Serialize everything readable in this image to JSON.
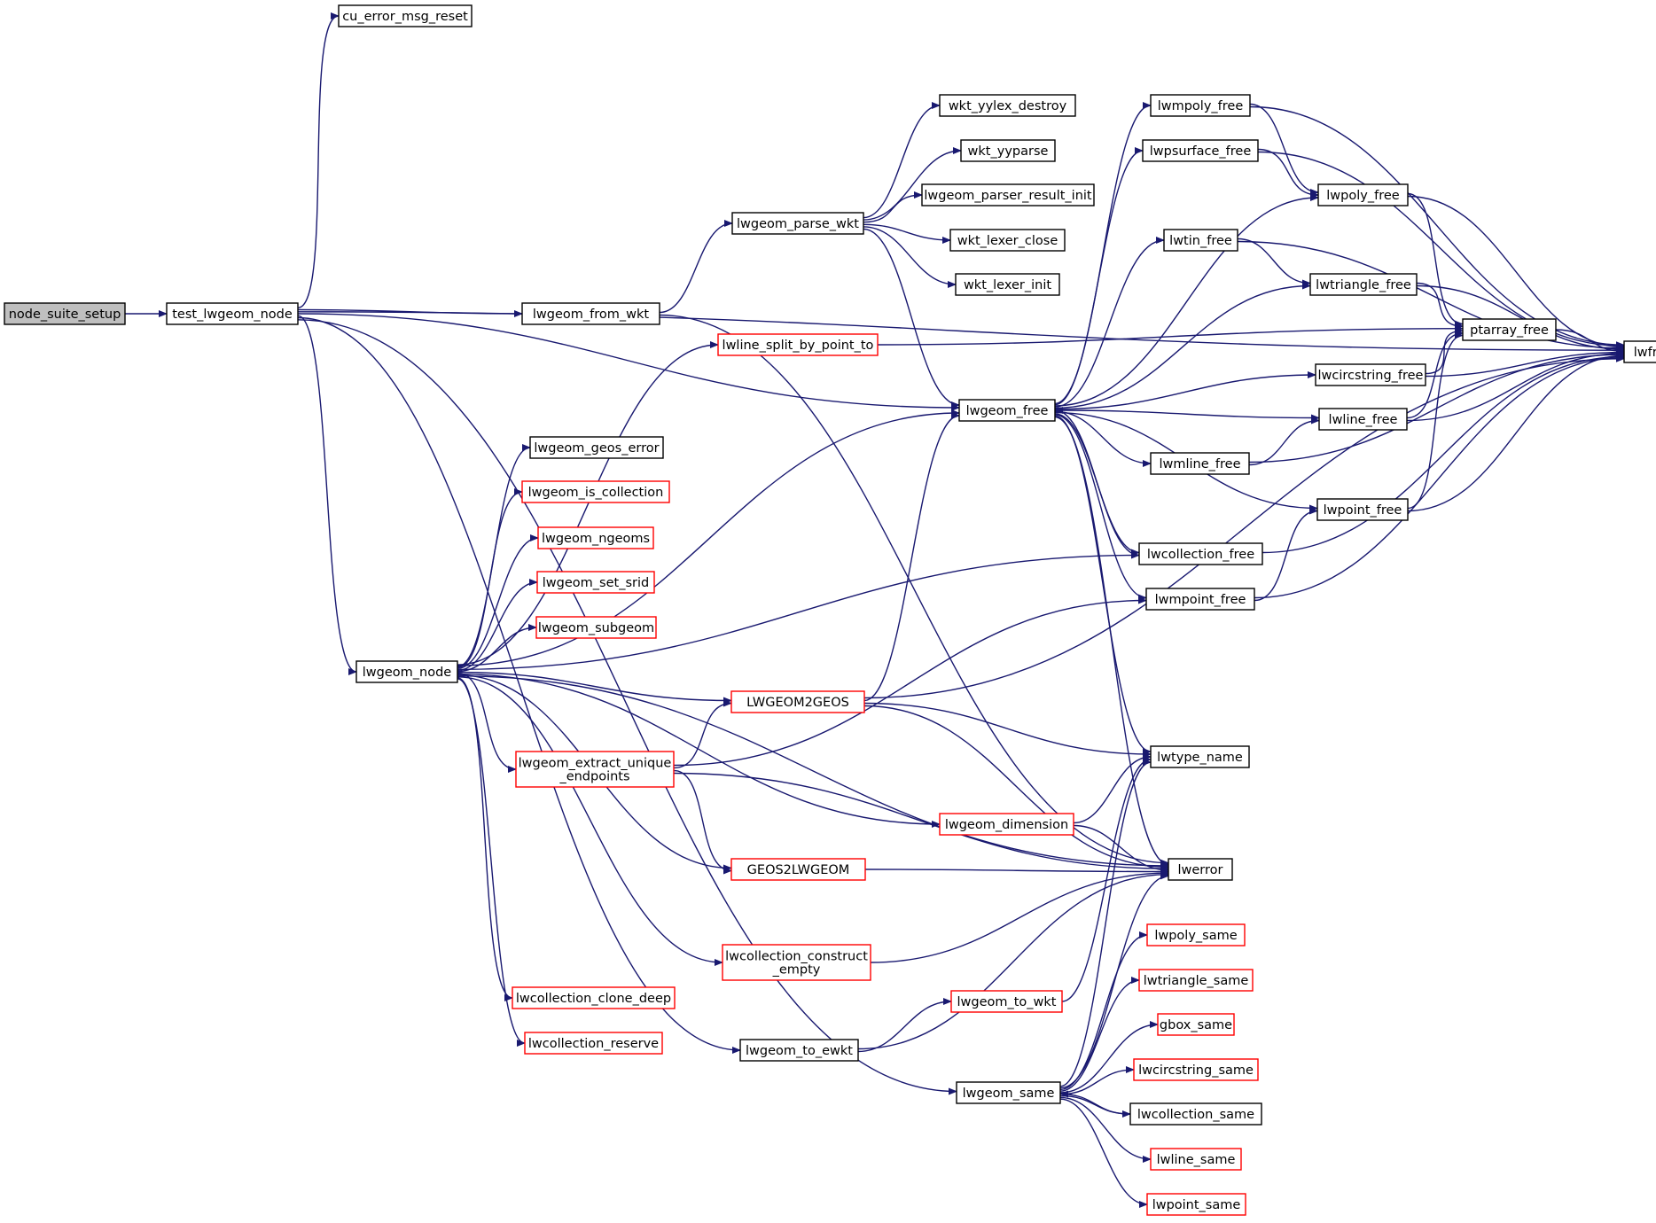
{
  "colors": {
    "edge": "#191970",
    "node_border": "#000000",
    "node_border_incomplete": "#ff0000",
    "root_fill": "#bfbfbf"
  },
  "nodes": [
    {
      "id": "node_suite_setup",
      "label": "node_suite_setup",
      "style": "root"
    },
    {
      "id": "test_lwgeom_node",
      "label": "test_lwgeom_node",
      "style": "normal"
    },
    {
      "id": "cu_error_msg_reset",
      "label": "cu_error_msg_reset",
      "style": "normal"
    },
    {
      "id": "lwfree",
      "label": "lwfree",
      "style": "normal"
    },
    {
      "id": "lwgeom_free",
      "label": "lwgeom_free",
      "style": "normal"
    },
    {
      "id": "lwgeom_from_wkt",
      "label": "lwgeom_from_wkt",
      "style": "normal"
    },
    {
      "id": "lwgeom_node",
      "label": "lwgeom_node",
      "style": "normal"
    },
    {
      "id": "lwgeom_same",
      "label": "lwgeom_same",
      "style": "normal"
    },
    {
      "id": "lwgeom_to_ewkt",
      "label": "lwgeom_to_ewkt",
      "style": "normal"
    },
    {
      "id": "lwgeom_parse_wkt",
      "label": "lwgeom_parse_wkt",
      "style": "normal"
    },
    {
      "id": "wkt_yylex_destroy",
      "label": "wkt_yylex_destroy",
      "style": "normal"
    },
    {
      "id": "wkt_yyparse",
      "label": "wkt_yyparse",
      "style": "normal"
    },
    {
      "id": "lwgeom_parser_result_init",
      "label": "lwgeom_parser_result_init",
      "style": "normal"
    },
    {
      "id": "wkt_lexer_close",
      "label": "wkt_lexer_close",
      "style": "normal"
    },
    {
      "id": "wkt_lexer_init",
      "label": "wkt_lexer_init",
      "style": "normal"
    },
    {
      "id": "lwmpoly_free",
      "label": "lwmpoly_free",
      "style": "normal"
    },
    {
      "id": "lwpsurface_free",
      "label": "lwpsurface_free",
      "style": "normal"
    },
    {
      "id": "lwpoly_free",
      "label": "lwpoly_free",
      "style": "normal"
    },
    {
      "id": "lwtin_free",
      "label": "lwtin_free",
      "style": "normal"
    },
    {
      "id": "lwtriangle_free",
      "label": "lwtriangle_free",
      "style": "normal"
    },
    {
      "id": "ptarray_free",
      "label": "ptarray_free",
      "style": "normal"
    },
    {
      "id": "lwcircstring_free",
      "label": "lwcircstring_free",
      "style": "normal"
    },
    {
      "id": "lwline_free",
      "label": "lwline_free",
      "style": "normal"
    },
    {
      "id": "lwmline_free",
      "label": "lwmline_free",
      "style": "normal"
    },
    {
      "id": "lwpoint_free",
      "label": "lwpoint_free",
      "style": "normal"
    },
    {
      "id": "lwcollection_free",
      "label": "lwcollection_free",
      "style": "normal"
    },
    {
      "id": "lwmpoint_free",
      "label": "lwmpoint_free",
      "style": "normal"
    },
    {
      "id": "lwtype_name",
      "label": "lwtype_name",
      "style": "normal"
    },
    {
      "id": "lwerror",
      "label": "lwerror",
      "style": "normal"
    },
    {
      "id": "lwline_split_by_point_to",
      "label": "lwline_split_by_point_to",
      "style": "incomplete"
    },
    {
      "id": "lwgeom_geos_error",
      "label": "lwgeom_geos_error",
      "style": "normal"
    },
    {
      "id": "lwgeom_is_collection",
      "label": "lwgeom_is_collection",
      "style": "incomplete"
    },
    {
      "id": "lwgeom_ngeoms",
      "label": "lwgeom_ngeoms",
      "style": "incomplete"
    },
    {
      "id": "lwgeom_set_srid",
      "label": "lwgeom_set_srid",
      "style": "incomplete"
    },
    {
      "id": "lwgeom_subgeom",
      "label": "lwgeom_subgeom",
      "style": "incomplete"
    },
    {
      "id": "LWGEOM2GEOS",
      "label": "LWGEOM2GEOS",
      "style": "incomplete"
    },
    {
      "id": "lwgeom_extract_unique_endpoints",
      "label": "lwgeom_extract_unique\n_endpoints",
      "style": "incomplete"
    },
    {
      "id": "lwgeom_dimension",
      "label": "lwgeom_dimension",
      "style": "incomplete"
    },
    {
      "id": "GEOS2LWGEOM",
      "label": "GEOS2LWGEOM",
      "style": "incomplete"
    },
    {
      "id": "lwcollection_construct_empty",
      "label": "lwcollection_construct\n_empty",
      "style": "incomplete"
    },
    {
      "id": "lwcollection_clone_deep",
      "label": "lwcollection_clone_deep",
      "style": "incomplete"
    },
    {
      "id": "lwcollection_reserve",
      "label": "lwcollection_reserve",
      "style": "incomplete"
    },
    {
      "id": "lwgeom_to_wkt",
      "label": "lwgeom_to_wkt",
      "style": "incomplete"
    },
    {
      "id": "lwpoly_same",
      "label": "lwpoly_same",
      "style": "incomplete"
    },
    {
      "id": "lwtriangle_same",
      "label": "lwtriangle_same",
      "style": "incomplete"
    },
    {
      "id": "gbox_same",
      "label": "gbox_same",
      "style": "incomplete"
    },
    {
      "id": "lwcircstring_same",
      "label": "lwcircstring_same",
      "style": "incomplete"
    },
    {
      "id": "lwcollection_same",
      "label": "lwcollection_same",
      "style": "normal"
    },
    {
      "id": "lwline_same",
      "label": "lwline_same",
      "style": "incomplete"
    },
    {
      "id": "lwpoint_same",
      "label": "lwpoint_same",
      "style": "incomplete"
    }
  ],
  "edges": [
    [
      "node_suite_setup",
      "test_lwgeom_node"
    ],
    [
      "test_lwgeom_node",
      "cu_error_msg_reset"
    ],
    [
      "test_lwgeom_node",
      "lwfree"
    ],
    [
      "test_lwgeom_node",
      "lwgeom_free"
    ],
    [
      "test_lwgeom_node",
      "lwgeom_from_wkt"
    ],
    [
      "test_lwgeom_node",
      "lwgeom_node"
    ],
    [
      "test_lwgeom_node",
      "lwgeom_same"
    ],
    [
      "test_lwgeom_node",
      "lwgeom_to_ewkt"
    ],
    [
      "lwgeom_from_wkt",
      "lwgeom_parse_wkt"
    ],
    [
      "lwgeom_from_wkt",
      "lwerror"
    ],
    [
      "lwgeom_parse_wkt",
      "wkt_yylex_destroy"
    ],
    [
      "lwgeom_parse_wkt",
      "wkt_yyparse"
    ],
    [
      "lwgeom_parse_wkt",
      "lwgeom_parser_result_init"
    ],
    [
      "lwgeom_parse_wkt",
      "wkt_lexer_close"
    ],
    [
      "lwgeom_parse_wkt",
      "wkt_lexer_init"
    ],
    [
      "lwgeom_parse_wkt",
      "lwgeom_free"
    ],
    [
      "lwgeom_free",
      "lwmpoly_free"
    ],
    [
      "lwgeom_free",
      "lwpsurface_free"
    ],
    [
      "lwgeom_free",
      "lwpoly_free"
    ],
    [
      "lwgeom_free",
      "lwtin_free"
    ],
    [
      "lwgeom_free",
      "lwtriangle_free"
    ],
    [
      "lwgeom_free",
      "lwcircstring_free"
    ],
    [
      "lwgeom_free",
      "lwline_free"
    ],
    [
      "lwgeom_free",
      "lwmline_free"
    ],
    [
      "lwgeom_free",
      "lwpoint_free"
    ],
    [
      "lwgeom_free",
      "lwcollection_free"
    ],
    [
      "lwgeom_free",
      "lwmpoint_free"
    ],
    [
      "lwgeom_free",
      "lwtype_name"
    ],
    [
      "lwgeom_free",
      "lwerror"
    ],
    [
      "lwmpoly_free",
      "lwfree"
    ],
    [
      "lwmpoly_free",
      "lwpoly_free"
    ],
    [
      "lwpsurface_free",
      "lwfree"
    ],
    [
      "lwpsurface_free",
      "lwpoly_free"
    ],
    [
      "lwpoly_free",
      "lwfree"
    ],
    [
      "lwpoly_free",
      "ptarray_free"
    ],
    [
      "lwtin_free",
      "lwfree"
    ],
    [
      "lwtin_free",
      "lwtriangle_free"
    ],
    [
      "lwtriangle_free",
      "lwfree"
    ],
    [
      "lwtriangle_free",
      "ptarray_free"
    ],
    [
      "ptarray_free",
      "lwfree"
    ],
    [
      "lwcircstring_free",
      "lwfree"
    ],
    [
      "lwcircstring_free",
      "ptarray_free"
    ],
    [
      "lwline_free",
      "lwfree"
    ],
    [
      "lwline_free",
      "ptarray_free"
    ],
    [
      "lwmline_free",
      "lwfree"
    ],
    [
      "lwmline_free",
      "lwline_free"
    ],
    [
      "lwpoint_free",
      "lwfree"
    ],
    [
      "lwpoint_free",
      "ptarray_free"
    ],
    [
      "lwcollection_free",
      "lwfree"
    ],
    [
      "lwcollection_free",
      "lwgeom_free"
    ],
    [
      "lwmpoint_free",
      "lwfree"
    ],
    [
      "lwmpoint_free",
      "lwpoint_free"
    ],
    [
      "lwgeom_node",
      "lwline_split_by_point_to"
    ],
    [
      "lwgeom_node",
      "lwgeom_free"
    ],
    [
      "lwgeom_node",
      "lwgeom_geos_error"
    ],
    [
      "lwgeom_node",
      "lwgeom_is_collection"
    ],
    [
      "lwgeom_node",
      "lwgeom_ngeoms"
    ],
    [
      "lwgeom_node",
      "lwgeom_set_srid"
    ],
    [
      "lwgeom_node",
      "lwgeom_subgeom"
    ],
    [
      "lwgeom_node",
      "lwcollection_free"
    ],
    [
      "lwgeom_node",
      "LWGEOM2GEOS"
    ],
    [
      "lwgeom_node",
      "lwgeom_extract_unique_endpoints"
    ],
    [
      "lwgeom_node",
      "lwgeom_dimension"
    ],
    [
      "lwgeom_node",
      "GEOS2LWGEOM"
    ],
    [
      "lwgeom_node",
      "lwerror"
    ],
    [
      "lwgeom_node",
      "lwcollection_construct_empty"
    ],
    [
      "lwgeom_node",
      "lwcollection_clone_deep"
    ],
    [
      "lwgeom_node",
      "lwcollection_reserve"
    ],
    [
      "lwline_split_by_point_to",
      "ptarray_free"
    ],
    [
      "LWGEOM2GEOS",
      "lwgeom_free"
    ],
    [
      "LWGEOM2GEOS",
      "lwfree"
    ],
    [
      "LWGEOM2GEOS",
      "lwtype_name"
    ],
    [
      "LWGEOM2GEOS",
      "lwerror"
    ],
    [
      "lwgeom_extract_unique_endpoints",
      "lwmpoint_free"
    ],
    [
      "lwgeom_extract_unique_endpoints",
      "LWGEOM2GEOS"
    ],
    [
      "lwgeom_extract_unique_endpoints",
      "GEOS2LWGEOM"
    ],
    [
      "lwgeom_extract_unique_endpoints",
      "lwerror"
    ],
    [
      "lwgeom_dimension",
      "lwtype_name"
    ],
    [
      "lwgeom_dimension",
      "lwerror"
    ],
    [
      "GEOS2LWGEOM",
      "lwerror"
    ],
    [
      "lwcollection_construct_empty",
      "lwerror"
    ],
    [
      "lwgeom_to_ewkt",
      "lwgeom_to_wkt"
    ],
    [
      "lwgeom_to_ewkt",
      "lwerror"
    ],
    [
      "lwgeom_to_wkt",
      "lwtype_name"
    ],
    [
      "lwgeom_same",
      "lwerror"
    ],
    [
      "lwgeom_same",
      "lwpoly_same"
    ],
    [
      "lwgeom_same",
      "lwtriangle_same"
    ],
    [
      "lwgeom_same",
      "gbox_same"
    ],
    [
      "lwgeom_same",
      "lwcircstring_same"
    ],
    [
      "lwgeom_same",
      "lwcollection_same"
    ],
    [
      "lwgeom_same",
      "lwline_same"
    ],
    [
      "lwgeom_same",
      "lwpoint_same"
    ],
    [
      "lwgeom_same",
      "lwtype_name"
    ],
    [
      "lwcollection_same",
      "lwgeom_same"
    ]
  ]
}
